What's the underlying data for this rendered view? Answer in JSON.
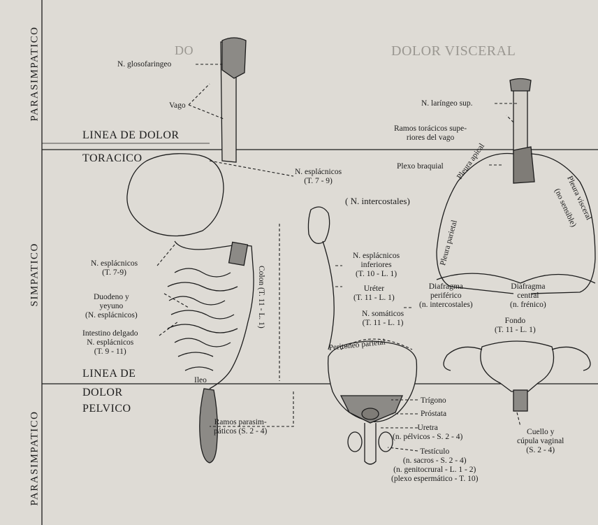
{
  "page": {
    "faint_heading": "DOLOR VISCERAL",
    "faint_heading_left": "DO"
  },
  "sidebar": {
    "top": "PARASIMPATICO",
    "middle": "SIMPATICO",
    "bottom": "PARASIMPATICO"
  },
  "bands": {
    "linea_dolor_1": "LINEA DE DOLOR",
    "toracico": "TORACICO",
    "linea_de": "LINEA DE",
    "dolor": "DOLOR",
    "pelvico": "PELVICO"
  },
  "labels": {
    "glosofaringeo": "N. glosofaringeo",
    "vago": "Vago",
    "esplacnicos_t79": "N. esplácnicos\n(T. 7 - 9)",
    "esplacnicos_left": "N. esplácnicos\n(T. 7-9)",
    "duodeno": "Duodeno y\nyeyuno\n(N. esplácnicos)",
    "intestino": "Intestino delgado\nN. esplácnicos\n(T. 9 - 11)",
    "colon": "Colon (T. 11 - L. 1)",
    "ileo": "Ileo",
    "ramos_parasimpaticos": "Ramos parasim-\npáticos (S. 2 - 4)",
    "laringeo": "N. laríngeo sup.",
    "ramos_toracicos": "Ramos torácicos supe-\nriores del vago",
    "plexo_braquial": "Plexo braquial",
    "intercostales": "( N. intercostales)",
    "esplacnicos_inferiores": "N. esplácnicos\ninferiores\n(T. 10 - L. 1)",
    "ureter": "Uréter\n(T. 11 - L. 1)",
    "somaticos": "N. somáticos\n(T. 11 - L. 1)",
    "diafragma_periferico": "Diafragma\nperiférico\n(n. intercostales)",
    "diafragma_central": "Diafragma\ncentral\n(n. frénico)",
    "fondo": "Fondo\n(T. 11 - L. 1)",
    "peritoneo": "Peritoneo parietal",
    "pleura_apical": "Pleura apical",
    "pleura_parietal": "Pleura parietal",
    "pleura_visceral": "Pleura visceral",
    "no_sensible": "(no sensible)",
    "trigono": "Trígono",
    "prostata": "Próstata",
    "uretra": "Uretra\n(n. pélvicos - S. 2 - 4)",
    "testiculo": "Testículo\n(n. sacros - S. 2 - 4)\n(n. genitocrural - L. 1 - 2)\n(plexo espermático - T. 10)",
    "cuello": "Cuello y\ncúpula vaginal\n(S. 2 - 4)"
  },
  "colors": {
    "ink": "#1c1c1c",
    "paper": "#dedbd5",
    "organ_fill": "#8c8a86",
    "gland_fill": "#7f7c77"
  }
}
